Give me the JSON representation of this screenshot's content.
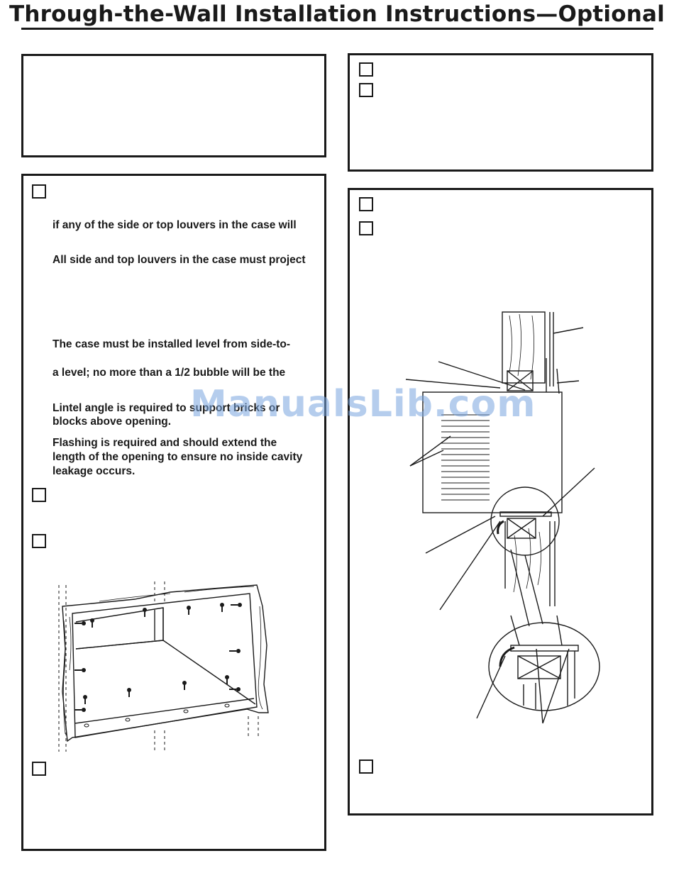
{
  "page": {
    "title": "Through-the-Wall Installation Instructions—Optional"
  },
  "left_col": {
    "block2": {
      "line1": "if any of the side or top louvers in the case will",
      "line2": "All side and top louvers in the case must project",
      "line3": "The case must be installed level from side-to-",
      "line4": "a level; no more than a 1/2 bubble will be the",
      "line5": "Lintel angle is required to support bricks or",
      "line6": "blocks above opening.",
      "line7": "Flashing is required and should extend the",
      "line8": "length of the opening to ensure no inside cavity",
      "line9": "leakage occurs."
    }
  },
  "watermark": {
    "text": "ManualsLib.com"
  },
  "icons": {
    "checkbox": "empty-checkbox-icon",
    "case_illustration": "wall-case-with-screws-illustration",
    "wall_section": "through-wall-cross-section-illustration"
  }
}
